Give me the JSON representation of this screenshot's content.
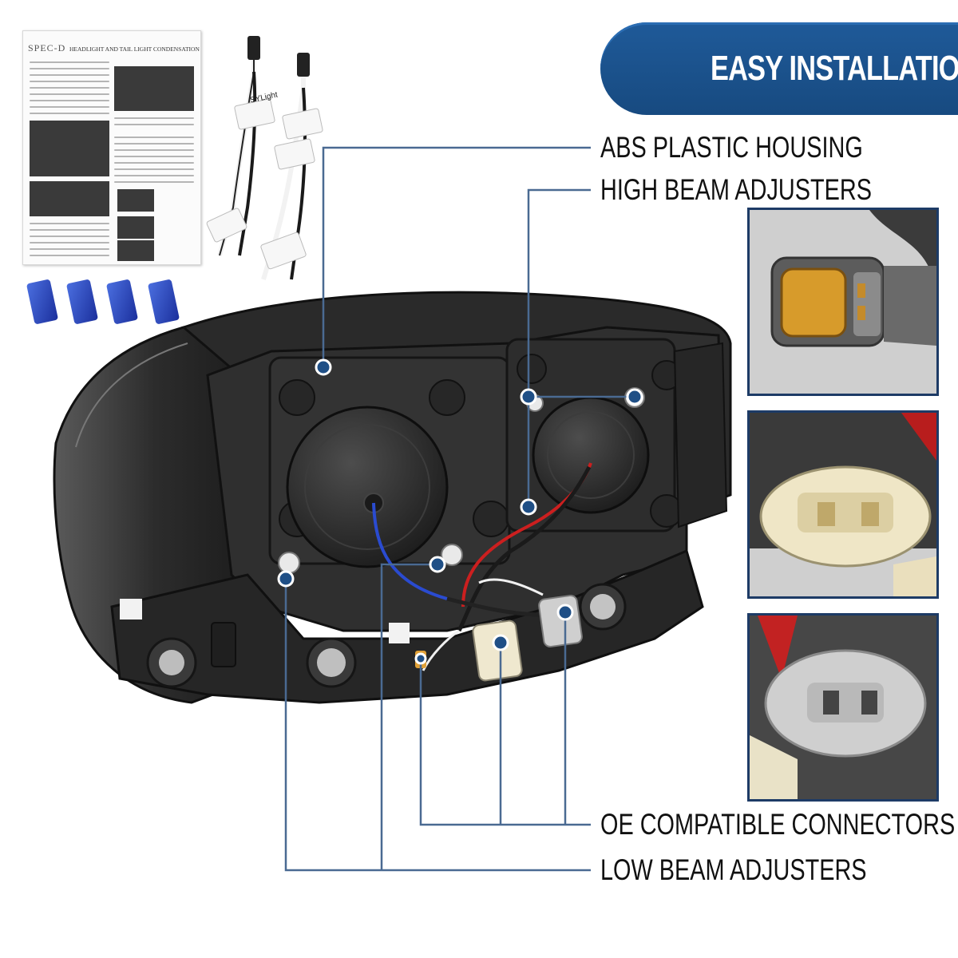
{
  "banner": {
    "title": "EASY INSTALLATION"
  },
  "callouts": {
    "abs_housing": "ABS PLASTIC HOUSING",
    "high_beam": "HIGH BEAM ADJUSTERS",
    "oe_connectors": "OE COMPATIBLE CONNECTORS",
    "low_beam": "LOW BEAM ADJUSTERS"
  },
  "instruction_sheet": {
    "logo": "SPEC-D",
    "title": "HEADLIGHT AND TAIL LIGHT CONDENSATION"
  },
  "wire_labels": {
    "brand": "SYLight"
  },
  "colors": {
    "banner": "#1f5a99",
    "callout_line": "#1f4f86",
    "dot": "#1f4f86",
    "frame": "#1d3b66",
    "housing": "#2e2e2e",
    "taps": "#1f3fb8"
  }
}
